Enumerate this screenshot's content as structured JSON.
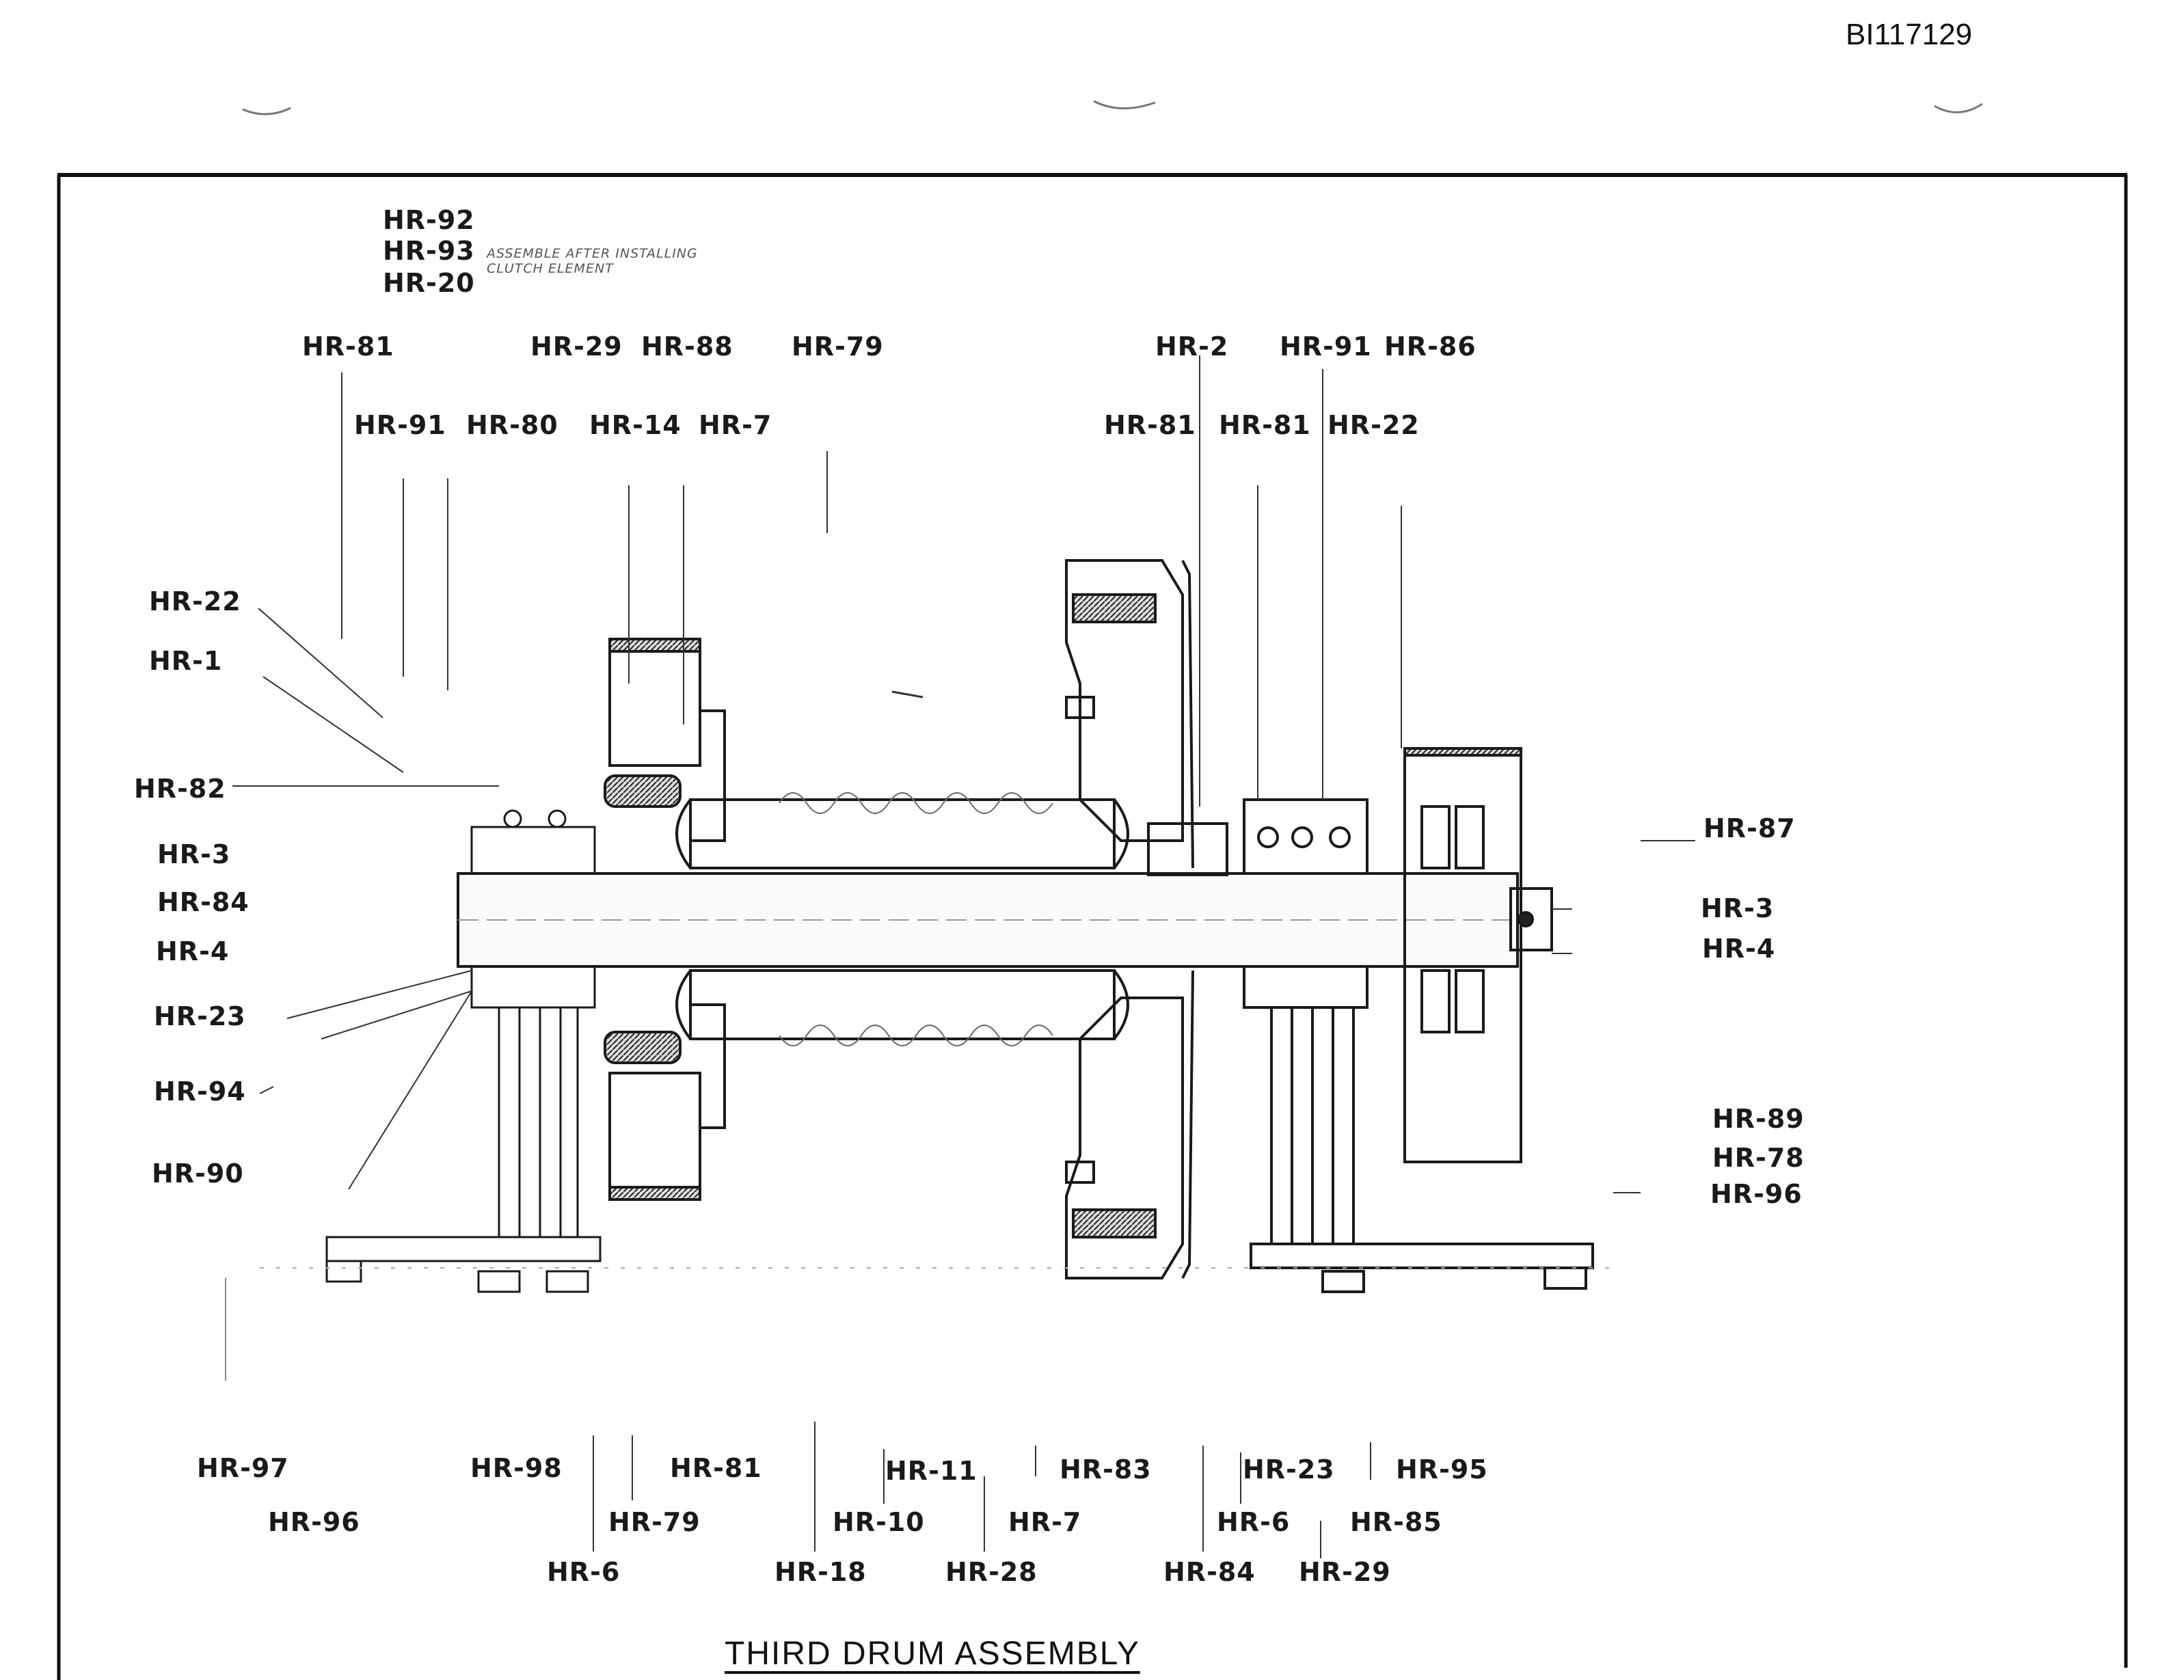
{
  "document_id": "BI117129",
  "drawing_title": "THIRD DRUM ASSEMBLY",
  "assembly_note": "ASSEMBLE AFTER INSTALLING CLUTCH ELEMENT",
  "labels": [
    "HR-92",
    "HR-93",
    "HR-20",
    "HR-81",
    "HR-29",
    "HR-88",
    "HR-79",
    "HR-2",
    "HR-91",
    "HR-86",
    "HR-91",
    "HR-80",
    "HR-14",
    "HR-7",
    "HR-81",
    "HR-81",
    "HR-22",
    "HR-22",
    "HR-1",
    "HR-82",
    "HR-3",
    "HR-84",
    "HR-4",
    "HR-23",
    "HR-94",
    "HR-90",
    "HR-87",
    "HR-3",
    "HR-4",
    "HR-89",
    "HR-78",
    "HR-96",
    "HR-97",
    "HR-98",
    "HR-81",
    "HR-11",
    "HR-83",
    "HR-23",
    "HR-95",
    "HR-96",
    "HR-79",
    "HR-10",
    "HR-7",
    "HR-6",
    "HR-85",
    "HR-6",
    "HR-18",
    "HR-28",
    "HR-84",
    "HR-29"
  ],
  "line_color": "#1a1a1a",
  "hatch_color": "#333333"
}
